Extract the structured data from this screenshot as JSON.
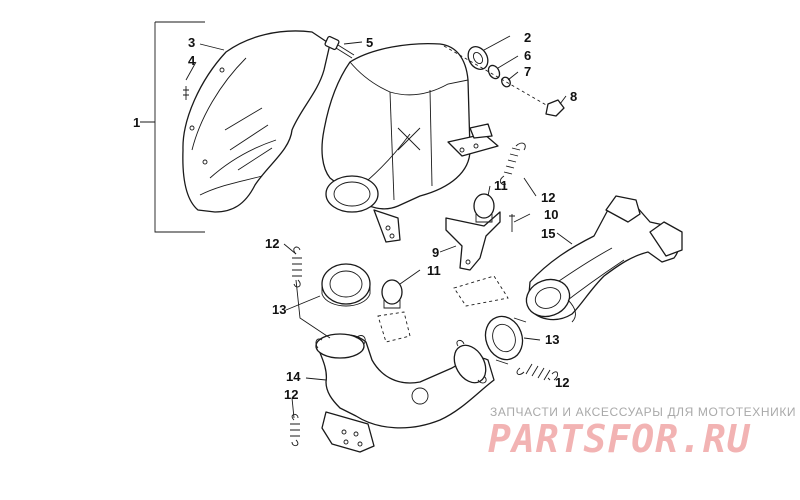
{
  "watermark": {
    "subtitle": "ЗАПЧАСТИ И АКСЕССУАРЫ ДЛЯ МОТОТЕХНИКИ",
    "brand": "PARTSFOR.RU"
  },
  "callouts": [
    {
      "id": "1",
      "label": "1"
    },
    {
      "id": "2",
      "label": "2"
    },
    {
      "id": "3",
      "label": "3"
    },
    {
      "id": "4",
      "label": "4"
    },
    {
      "id": "5",
      "label": "5"
    },
    {
      "id": "6",
      "label": "6"
    },
    {
      "id": "7",
      "label": "7"
    },
    {
      "id": "8",
      "label": "8"
    },
    {
      "id": "9",
      "label": "9"
    },
    {
      "id": "10",
      "label": "10"
    },
    {
      "id": "11a",
      "label": "11"
    },
    {
      "id": "11b",
      "label": "11"
    },
    {
      "id": "12a",
      "label": "12"
    },
    {
      "id": "12b",
      "label": "12"
    },
    {
      "id": "12c",
      "label": "12"
    },
    {
      "id": "12d",
      "label": "12"
    },
    {
      "id": "13a",
      "label": "13"
    },
    {
      "id": "13b",
      "label": "13"
    },
    {
      "id": "14",
      "label": "14"
    },
    {
      "id": "15",
      "label": "15"
    }
  ]
}
